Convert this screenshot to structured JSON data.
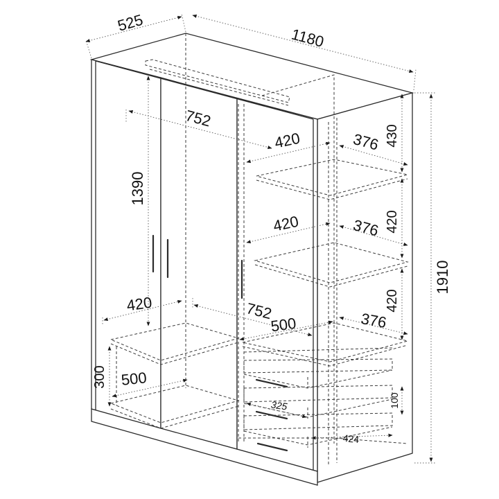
{
  "dimensions": {
    "depth": "525",
    "width": "1180",
    "height": "1910",
    "left_rail_width": "752",
    "door_height": "1390",
    "left_shelf_width": "420",
    "lower_rail_width": "752",
    "lower_shelf_depth": "500",
    "left_drawer_depth": "500",
    "bottom_clearance": "300",
    "right_shelf_width_1": "420",
    "right_shelf_depth_1": "376",
    "right_shelf_width_2": "420",
    "right_shelf_depth_2": "376",
    "right_shelf_depth_3": "376",
    "top_compartment_height": "430",
    "mid_compartment_height_1": "420",
    "mid_compartment_height_2": "420",
    "drawer_width": "325",
    "drawer_height": "100",
    "drawer_depth": "424"
  },
  "colors": {
    "line": "#2b2b2b",
    "text": "#111111",
    "background": "#ffffff"
  }
}
